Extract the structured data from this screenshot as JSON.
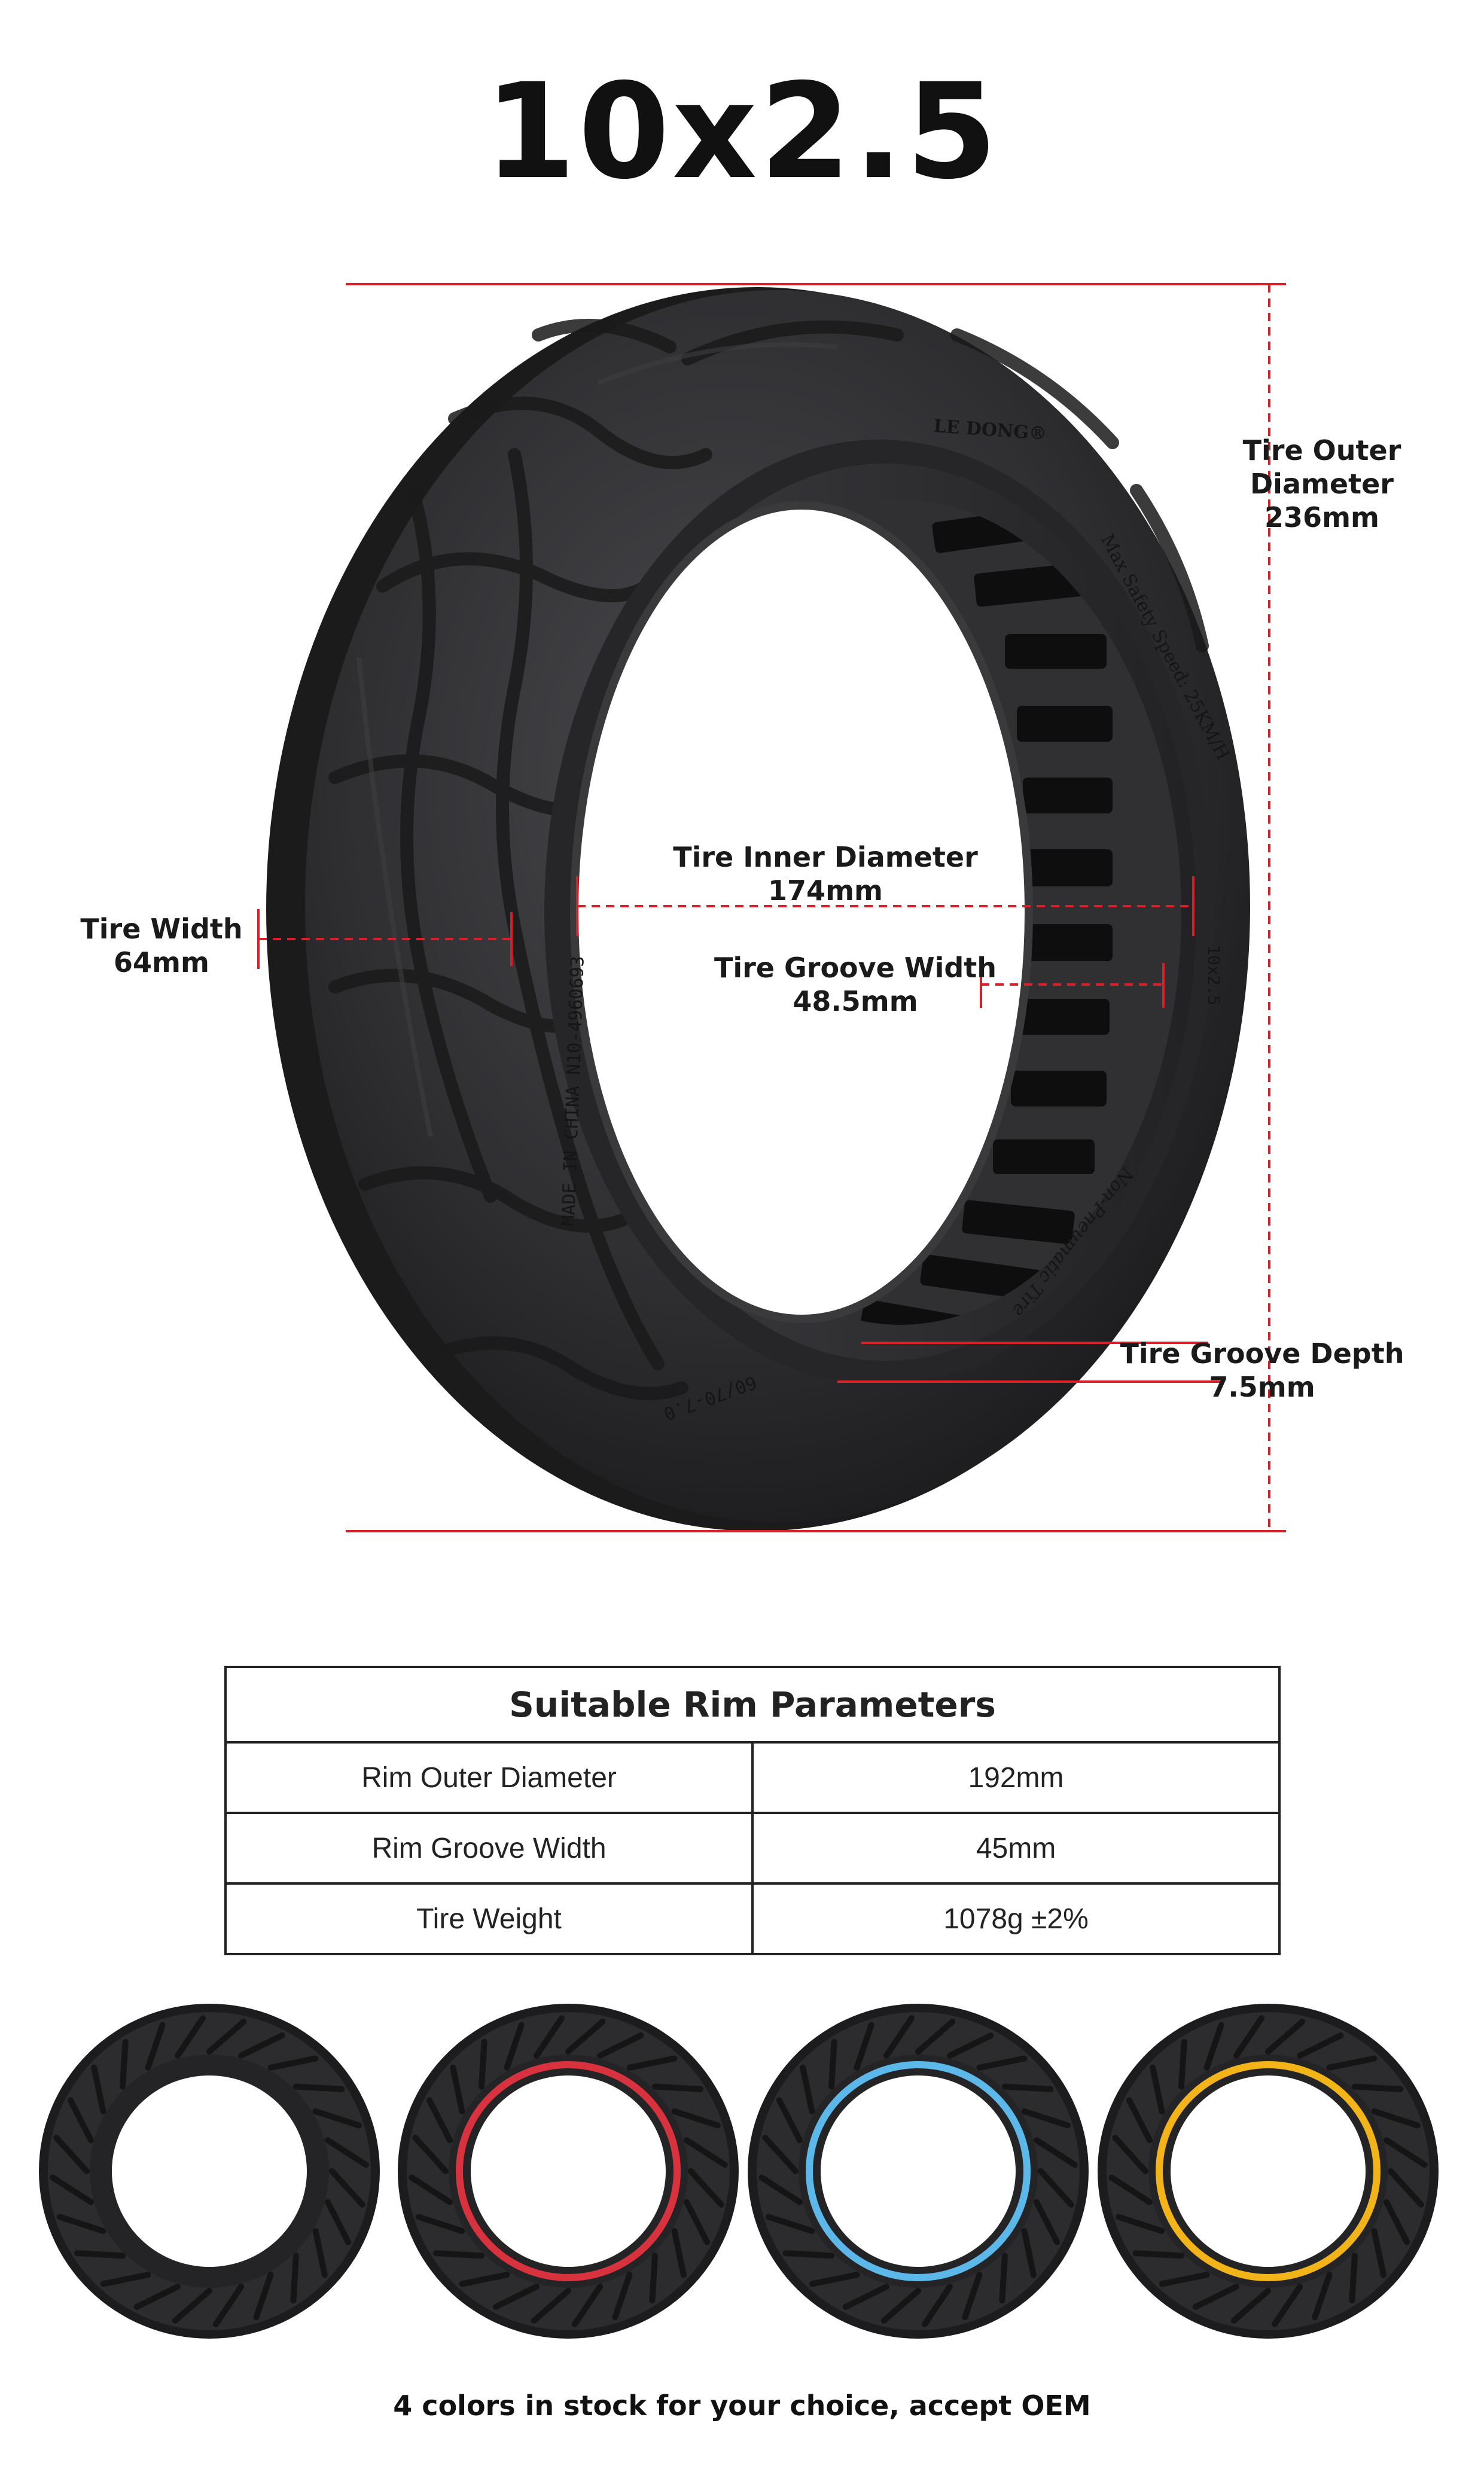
{
  "title": "10x2.5",
  "tire_sidewall": {
    "brand": "LE DONG®",
    "speed_text": "Max Safety Speed: 25KM/H",
    "made_in": "MADE IN CHINA N10-4960693",
    "size_code": "60/70-7.0",
    "non_pneumatic": "Non-Pneumatic Tire",
    "size_text": "10x2.5"
  },
  "dimensions": {
    "outer_diameter": {
      "label": "Tire Outer Diameter",
      "value": "236mm"
    },
    "inner_diameter": {
      "label": "Tire Inner Diameter",
      "value": "174mm"
    },
    "width": {
      "label": "Tire Width",
      "value": "64mm"
    },
    "groove_width": {
      "label": "Tire Groove Width",
      "value": "48.5mm"
    },
    "groove_depth": {
      "label": "Tire Groove Depth",
      "value": "7.5mm"
    }
  },
  "rim_table": {
    "heading": "Suitable Rim Parameters",
    "rows": [
      {
        "name": "Rim Outer Diameter",
        "value": "192mm"
      },
      {
        "name": "Rim Groove Width",
        "value": "45mm"
      },
      {
        "name": "Tire Weight",
        "value": "1078g ±2%"
      }
    ]
  },
  "color_variants": [
    {
      "name": "black",
      "ring_color": ""
    },
    {
      "name": "red",
      "ring_color": "#d8323f"
    },
    {
      "name": "blue",
      "ring_color": "#5cb8e8"
    },
    {
      "name": "yellow",
      "ring_color": "#f2b418"
    }
  ],
  "colors": {
    "dimension_line": "#d8202a",
    "tire": "#2a2a2c"
  },
  "footer_note": "4 colors in stock for your choice, accept OEM"
}
